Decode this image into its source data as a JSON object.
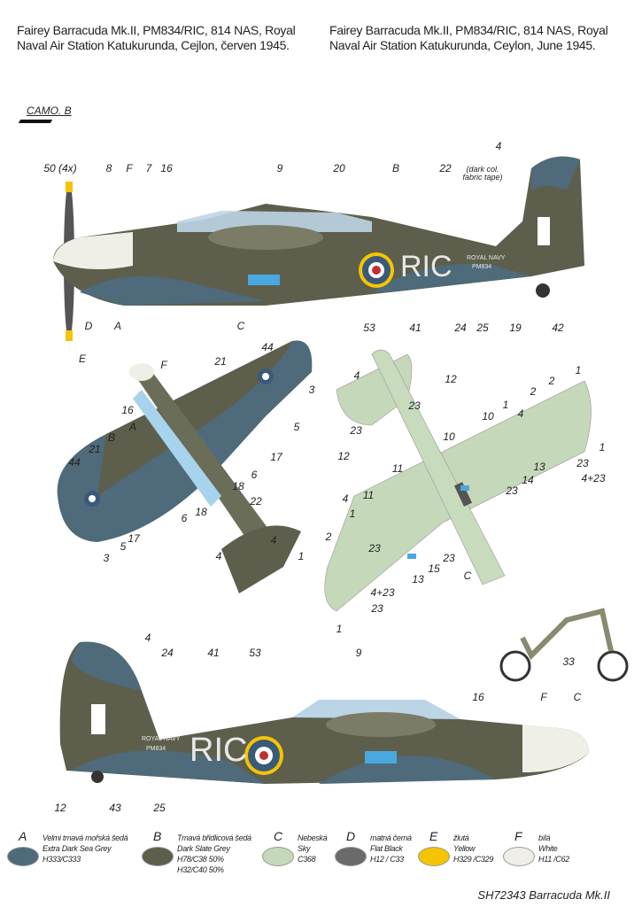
{
  "header": {
    "cz": "Fairey Barracuda Mk.II, PM834/RIC, 814 NAS, Royal Naval Air Station Katukurunda, Cejlon, červen 1945.",
    "en": "Fairey Barracuda Mk.II, PM834/RIC, 814 NAS, Royal Naval Air Station Katukurunda, Ceylon, June 1945."
  },
  "camo_label": "CAMO. B",
  "markings": {
    "code": "RIC",
    "navy": "ROYAL NAVY",
    "serial": "PM834"
  },
  "colors": {
    "A": "#4f6a7a",
    "B": "#5d5f4c",
    "C": "#c5d8b9",
    "D": "#6a6a6a",
    "E": "#f5c400",
    "F": "#efefe8"
  },
  "callouts_top": [
    "50 (4x)",
    "8",
    "F",
    "7",
    "16",
    "9",
    "20",
    "B",
    "22",
    "(dark col. fabric tape)",
    "4",
    "A",
    "D",
    "E",
    "C",
    "53",
    "41",
    "24",
    "25",
    "19",
    "42"
  ],
  "callouts_upper": [
    "F",
    "44",
    "21",
    "16",
    "A",
    "B",
    "21",
    "3",
    "5",
    "17",
    "6",
    "18",
    "18",
    "6",
    "22",
    "17",
    "44",
    "5",
    "3",
    "4",
    "4"
  ],
  "callouts_lower": [
    "4",
    "12",
    "23",
    "23",
    "12",
    "10",
    "10",
    "1",
    "4",
    "2",
    "2",
    "1",
    "1",
    "23",
    "4+23",
    "13",
    "14",
    "23",
    "11",
    "11",
    "4",
    "1",
    "23",
    "15",
    "13",
    "23",
    "C",
    "2",
    "1",
    "4+23",
    "23",
    "1"
  ],
  "callouts_gear": [
    "33"
  ],
  "callouts_bottom": [
    "4",
    "24",
    "41",
    "53",
    "9",
    "16",
    "F",
    "C",
    "12",
    "43",
    "25"
  ],
  "legend": [
    {
      "letter": "A",
      "cz": "Velmi tmavá mořská šedá",
      "en": "Extra Dark Sea Grey",
      "codes": "H333/C333",
      "codes2": ""
    },
    {
      "letter": "B",
      "cz": "Tmavá břidlicová šedá",
      "en": "Dark Slate Grey",
      "codes": "H78/C38 50%",
      "codes2": "H32/C40 50%"
    },
    {
      "letter": "C",
      "cz": "Nebeská",
      "en": "Sky",
      "codes": "C368",
      "codes2": ""
    },
    {
      "letter": "D",
      "cz": "matná černá",
      "en": "Flat Black",
      "codes": "H12 / C33",
      "codes2": ""
    },
    {
      "letter": "E",
      "cz": "žlutá",
      "en": "Yellow",
      "codes": "H329 /C329",
      "codes2": ""
    },
    {
      "letter": "F",
      "cz": "bílá",
      "en": "White",
      "codes": "H11 /C62",
      "codes2": ""
    }
  ],
  "footer": "SH72343 Barracuda Mk.II"
}
